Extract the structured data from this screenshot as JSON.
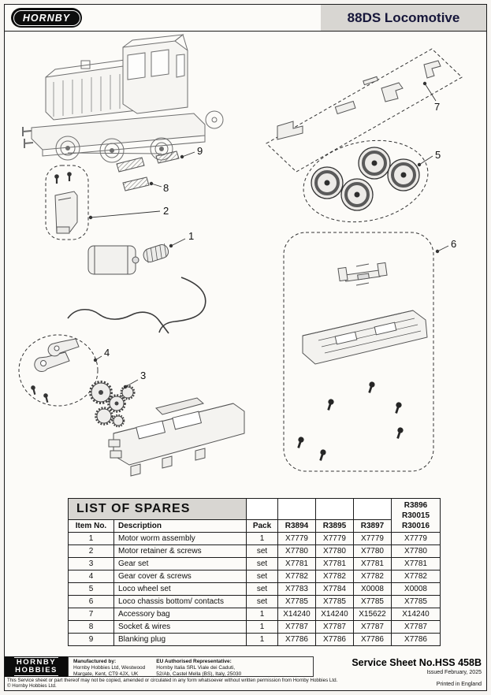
{
  "header": {
    "brand": "HORNBY",
    "title": "88DS Locomotive"
  },
  "diagram": {
    "callouts": [
      {
        "label": "1"
      },
      {
        "label": "2"
      },
      {
        "label": "3"
      },
      {
        "label": "4"
      },
      {
        "label": "5"
      },
      {
        "label": "6"
      },
      {
        "label": "7"
      },
      {
        "label": "8"
      },
      {
        "label": "9"
      }
    ]
  },
  "spares_table": {
    "title": "LIST OF SPARES",
    "columns": {
      "item": "Item No.",
      "description": "Description",
      "pack": "Pack",
      "c1": "R3894",
      "c2": "R3895",
      "c3": "R3897",
      "c4_lines": [
        "R3896",
        "R30015",
        "R30016"
      ]
    },
    "rows": [
      {
        "item": "1",
        "description": "Motor worm assembly",
        "pack": "1",
        "c1": "X7779",
        "c2": "X7779",
        "c3": "X7779",
        "c4": "X7779"
      },
      {
        "item": "2",
        "description": "Motor retainer & screws",
        "pack": "set",
        "c1": "X7780",
        "c2": "X7780",
        "c3": "X7780",
        "c4": "X7780"
      },
      {
        "item": "3",
        "description": "Gear set",
        "pack": "set",
        "c1": "X7781",
        "c2": "X7781",
        "c3": "X7781",
        "c4": "X7781"
      },
      {
        "item": "4",
        "description": "Gear cover & screws",
        "pack": "set",
        "c1": "X7782",
        "c2": "X7782",
        "c3": "X7782",
        "c4": "X7782"
      },
      {
        "item": "5",
        "description": "Loco wheel set",
        "pack": "set",
        "c1": "X7783",
        "c2": "X7784",
        "c3": "X0008",
        "c4": "X0008"
      },
      {
        "item": "6",
        "description": "Loco chassis bottom/ contacts",
        "pack": "set",
        "c1": "X7785",
        "c2": "X7785",
        "c3": "X7785",
        "c4": "X7785"
      },
      {
        "item": "7",
        "description": "Accessory bag",
        "pack": "1",
        "c1": "X14240",
        "c2": "X14240",
        "c3": "X15622",
        "c4": "X14240"
      },
      {
        "item": "8",
        "description": "Socket & wires",
        "pack": "1",
        "c1": "X7787",
        "c2": "X7787",
        "c3": "X7787",
        "c4": "X7787"
      },
      {
        "item": "9",
        "description": "Blanking plug",
        "pack": "1",
        "c1": "X7786",
        "c2": "X7786",
        "c3": "X7786",
        "c4": "X7786"
      }
    ]
  },
  "footer": {
    "logo_line1": "HORNBY",
    "logo_line2": "HOBBIES",
    "manufactured_by": {
      "heading": "Manufactured by:",
      "line1": "Hornby Hobbies Ltd, Westwood",
      "line2": "Margate, Kent, CT9 4JX, UK"
    },
    "eu_rep": {
      "heading": "EU Authorised Representative:",
      "line1": "Hornby Italia SRL Viale dei Caduti,",
      "line2": "52/Ab, Castel Mella (BS), Italy, 25030"
    },
    "service_sheet": "Service Sheet No.HSS 458B",
    "issued": "Issued February, 2025",
    "printed": "Printed in England",
    "disclaimer": "This Service sheet or part thereof may not be copied, amended or circulated in any form whatsoever without written permission from Hornby Hobbies Ltd.",
    "copyright": "© Hornby Hobbies Ltd."
  }
}
